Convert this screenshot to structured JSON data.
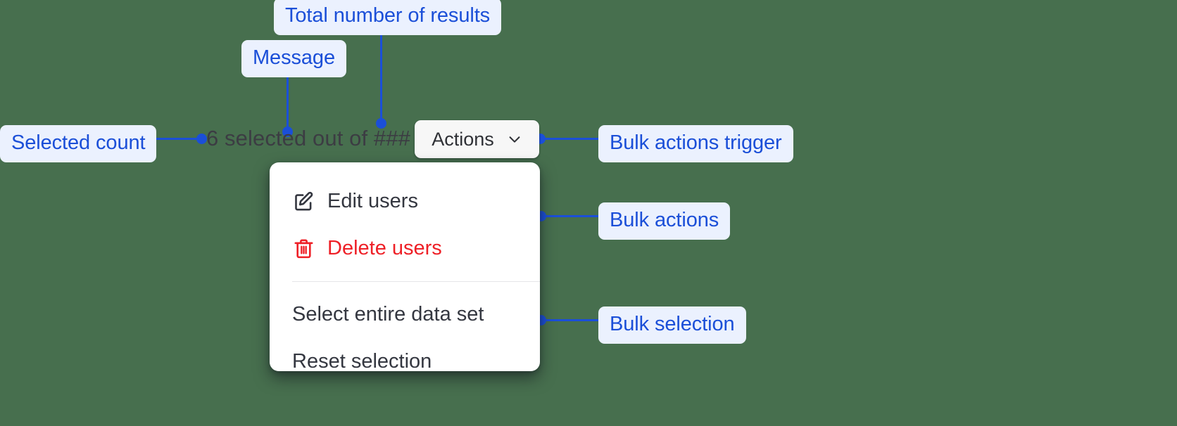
{
  "theme": {
    "background": "#476f4e",
    "callout_bg": "#ebf1fe",
    "callout_text": "#1b4fd8",
    "connector": "#1b4fd8",
    "menu_bg": "#ffffff",
    "danger": "#ee2027",
    "text": "#343740",
    "muted_text": "#3c3c43",
    "button_bg": "#f7f7f7"
  },
  "annotations": {
    "total_results": "Total number of results",
    "message": "Message",
    "selected_count": "Selected count",
    "bulk_actions_trigger": "Bulk actions trigger",
    "bulk_actions": "Bulk actions",
    "bulk_selection": "Bulk selection"
  },
  "bulk_bar": {
    "selected_count_text": "6 selected out of ###",
    "selected_number": "6",
    "total_placeholder": "###",
    "actions_button_label": "Actions",
    "actions_chevron_icon": "chevron-down-icon"
  },
  "menu": {
    "groups": [
      {
        "name": "bulk-actions",
        "items": [
          {
            "label": "Edit users",
            "icon": "pencil-square-icon",
            "danger": false
          },
          {
            "label": "Delete users",
            "icon": "trash-icon",
            "danger": true
          }
        ]
      },
      {
        "name": "bulk-selection",
        "items": [
          {
            "label": "Select entire data set",
            "icon": null,
            "danger": false
          },
          {
            "label": "Reset selection",
            "icon": null,
            "danger": false
          }
        ]
      }
    ]
  }
}
